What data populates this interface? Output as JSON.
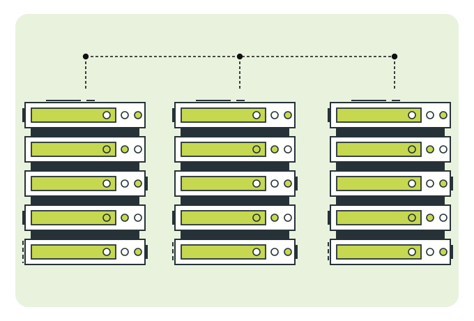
{
  "colors": {
    "page_background": "#ffffff",
    "panel_background": "#e9f2dd",
    "rack_outline": "#263238",
    "rack_body": "#ffffff",
    "drive_bay": "#c6d84f",
    "led_on": "#c6d84f",
    "led_off": "#ffffff",
    "connector": "#111111"
  },
  "icons": [
    "server-rack-icon",
    "network-node-icon"
  ],
  "racks": [
    {
      "name": "left",
      "units": [
        {
          "bay_led": "off",
          "leds": [
            "off",
            "on"
          ],
          "side_tab": "left"
        },
        {
          "bay_led": "on",
          "leds": [
            "on",
            "off"
          ],
          "side_tab": "none"
        },
        {
          "bay_led": "off",
          "leds": [
            "off",
            "on"
          ],
          "side_tab": "right"
        },
        {
          "bay_led": "on",
          "leds": [
            "on",
            "off"
          ],
          "side_tab": "left"
        },
        {
          "bay_led": "off",
          "leds": [
            "off",
            "on"
          ],
          "side_tab": "right"
        }
      ]
    },
    {
      "name": "center",
      "units": [
        {
          "bay_led": "off",
          "leds": [
            "off",
            "on"
          ],
          "side_tab": "left"
        },
        {
          "bay_led": "on",
          "leds": [
            "on",
            "off"
          ],
          "side_tab": "none"
        },
        {
          "bay_led": "off",
          "leds": [
            "off",
            "on"
          ],
          "side_tab": "right"
        },
        {
          "bay_led": "on",
          "leds": [
            "on",
            "off"
          ],
          "side_tab": "left"
        },
        {
          "bay_led": "off",
          "leds": [
            "off",
            "on"
          ],
          "side_tab": "right"
        }
      ]
    },
    {
      "name": "right",
      "units": [
        {
          "bay_led": "off",
          "leds": [
            "off",
            "on"
          ],
          "side_tab": "left"
        },
        {
          "bay_led": "on",
          "leds": [
            "on",
            "off"
          ],
          "side_tab": "none"
        },
        {
          "bay_led": "off",
          "leds": [
            "off",
            "on"
          ],
          "side_tab": "right"
        },
        {
          "bay_led": "on",
          "leds": [
            "on",
            "off"
          ],
          "side_tab": "left"
        },
        {
          "bay_led": "off",
          "leds": [
            "off",
            "on"
          ],
          "side_tab": "right"
        }
      ]
    }
  ],
  "connections": [
    {
      "from": "left",
      "to": "center",
      "style": "dashed"
    },
    {
      "from": "center",
      "to": "right",
      "style": "dashed"
    }
  ]
}
